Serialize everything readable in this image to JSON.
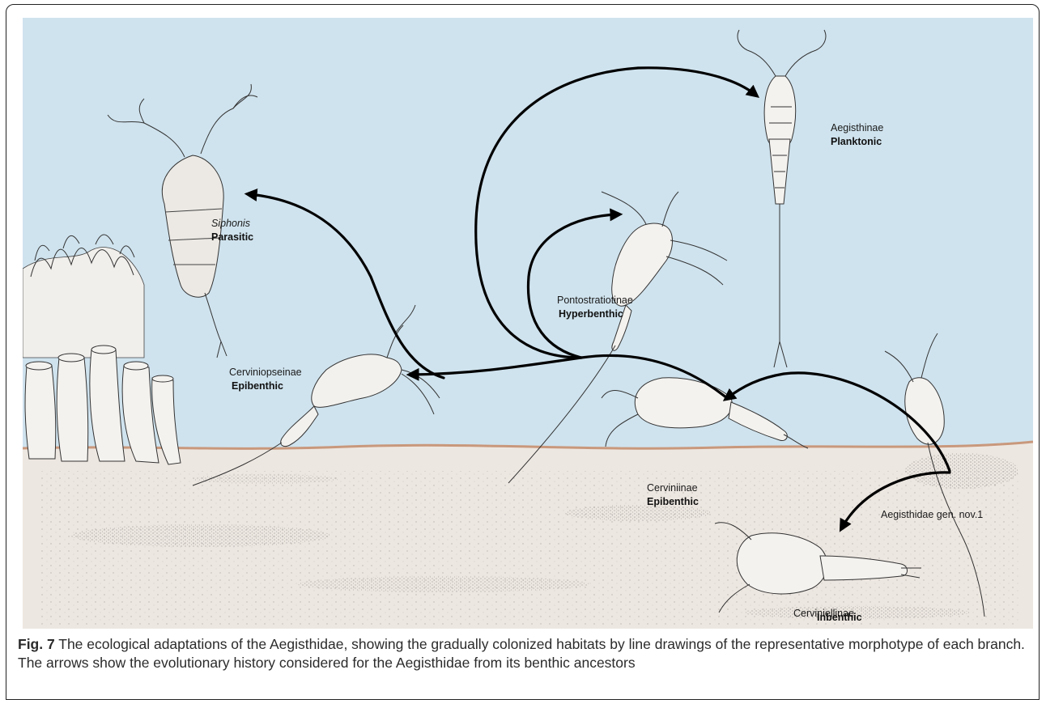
{
  "colors": {
    "water": "#cfe3ee",
    "sediment": "#ede7e1",
    "seafloor_line": "#c9987c",
    "arrow": "#000000"
  },
  "labels": {
    "siphonis": {
      "name": "Siphonis",
      "habitat": "Parasitic"
    },
    "cerviniopseinae": {
      "name": "Cerviniopseinae",
      "habitat": "Epibenthic"
    },
    "pontostratiotinae": {
      "name": "Pontostratiotinae",
      "habitat": "Hyperbenthic"
    },
    "aegisthinae": {
      "name": "Aegisthinae",
      "habitat": "Planktonic"
    },
    "cerviniinae": {
      "name": "Cerviniinae",
      "habitat": "Epibenthic"
    },
    "gen_nov": {
      "name": "Aegisthidae gen. nov.1"
    },
    "cerviniellinae": {
      "name": "Cerviniellinae",
      "habitat": "Inbenthic"
    }
  },
  "caption": {
    "fig_label": "Fig. 7",
    "text": "The ecological adaptations of the Aegisthidae, showing the gradually colonized habitats by line drawings of the representative morphotype of each branch. The arrows show the evolutionary history considered for the Aegisthidae from its benthic ancestors"
  }
}
